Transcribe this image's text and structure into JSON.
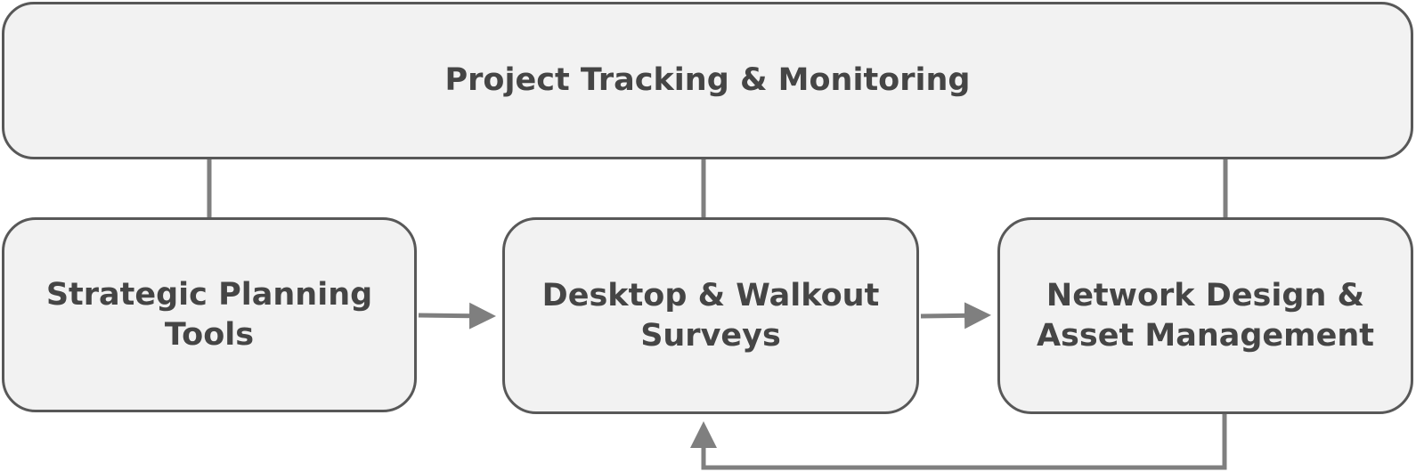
{
  "diagram": {
    "top": {
      "label": "Project Tracking & Monitoring"
    },
    "nodes": [
      {
        "id": "strategic",
        "lines": [
          "Strategic Planning",
          "Tools"
        ]
      },
      {
        "id": "desktop",
        "lines": [
          "Desktop & Walkout",
          "Surveys"
        ]
      },
      {
        "id": "network",
        "lines": [
          "Network Design &",
          "Asset Management"
        ]
      }
    ],
    "edges": [
      {
        "from": "strategic",
        "to": "desktop",
        "directed": true
      },
      {
        "from": "desktop",
        "to": "network",
        "directed": true
      },
      {
        "from": "network",
        "to": "desktop",
        "directed": true
      },
      {
        "from": "top",
        "to": "strategic",
        "directed": false
      },
      {
        "from": "top",
        "to": "desktop",
        "directed": false
      },
      {
        "from": "top",
        "to": "network",
        "directed": false
      }
    ],
    "colors": {
      "box_fill": "#f2f2f2",
      "box_border": "#585858",
      "text": "#454545",
      "connector": "#7f7f7f"
    }
  }
}
